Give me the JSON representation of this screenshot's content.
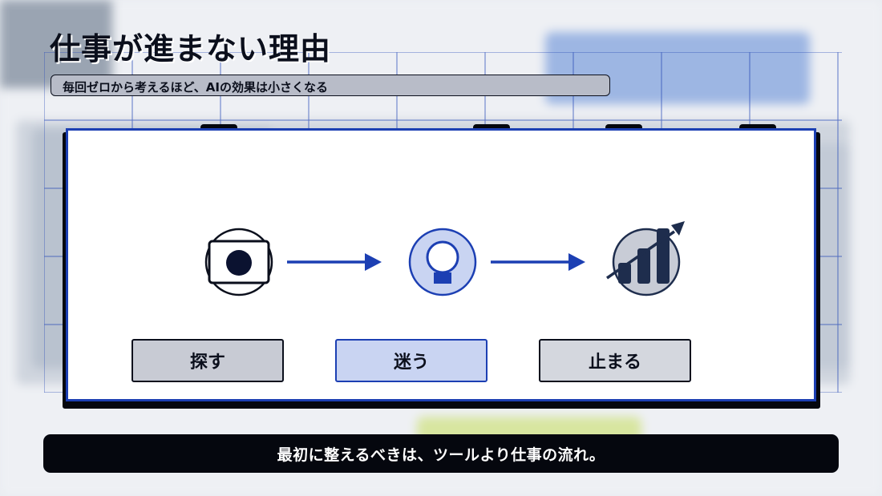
{
  "header": {
    "title": "仕事が進まない理由",
    "subtitle": "毎回ゼロから考えるほど、AIの効果は小さくなる"
  },
  "flow": {
    "steps": [
      {
        "label": "探す",
        "icon": "document-icon"
      },
      {
        "label": "迷う",
        "icon": "person-icon"
      },
      {
        "label": "止まる",
        "icon": "growth-chart-icon"
      }
    ]
  },
  "footer": {
    "message": "最初に整えるべきは、ツールより仕事の流れ。"
  },
  "colors": {
    "accent": "#1c3fb3",
    "dark": "#0b0f1c",
    "label_gray": "#c8cbd4",
    "label_blue": "#c9d4f2",
    "icon_navy": "#1e2d4d"
  }
}
